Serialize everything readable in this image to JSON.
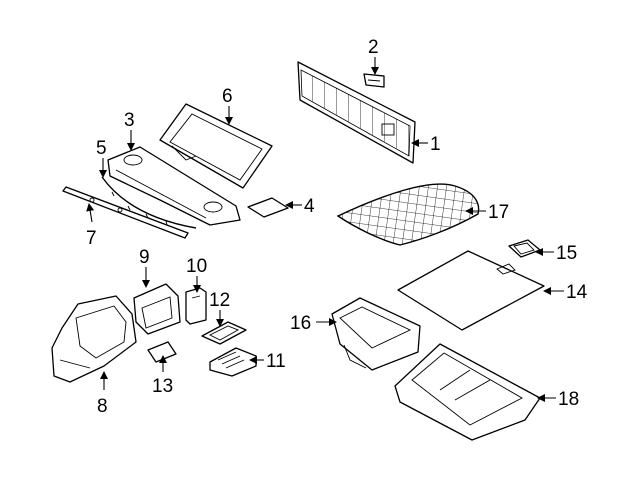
{
  "diagram": {
    "callouts": [
      "1",
      "2",
      "3",
      "4",
      "5",
      "6",
      "7",
      "8",
      "9",
      "10",
      "11",
      "12",
      "13",
      "14",
      "15",
      "16",
      "17",
      "18"
    ]
  }
}
